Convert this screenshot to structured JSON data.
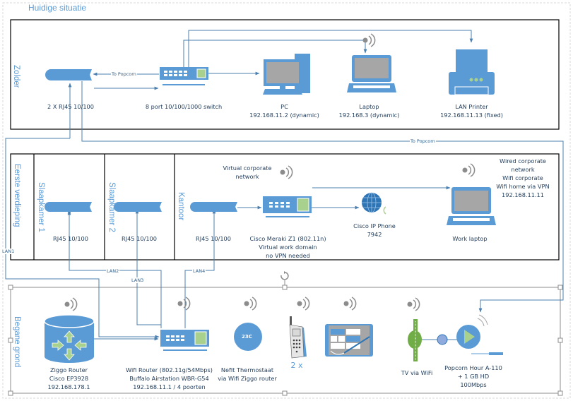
{
  "title": "Huidige situatie",
  "colors": {
    "accent": "#5b9bd5",
    "line": "#4a7fae",
    "green": "#70ad47",
    "light_green": "#a9d18e",
    "gray_icon": "#8c8c8c",
    "frame": "#000000",
    "selection": "#808080"
  },
  "floors": {
    "zolder": "Zolder",
    "eerste": "Eerste verdieping",
    "begane": "Begane grond"
  },
  "rooms": {
    "slaapkamer1": "Slaapkamer 1",
    "slaapkamer2": "Slaapkamer 2",
    "kantoor": "Kantoor"
  },
  "zolder": {
    "wall_outlet": "2 X RJ45 10/100",
    "switch": "8 port 10/100/1000 switch",
    "pc_name": "PC",
    "pc_ip": "192.168.11.2 (dynamic)",
    "laptop_name": "Laptop",
    "laptop_ip": "192.168.3 (dynamic)",
    "printer_name": "LAN Printer",
    "printer_ip": "192.168.11.13 (fixed)",
    "to_popcorn": "To Popcorn"
  },
  "eerste": {
    "rj45_1": "RJ45 10/100",
    "rj45_2": "RJ45 10/100",
    "rj45_3": "RJ45 10/100",
    "virtual_net_1": "Virtual corporate",
    "virtual_net_2": "network",
    "meraki_1": "Cisco Meraki Z1 (802.11n)",
    "meraki_2": "Virtual work domain",
    "meraki_3": "no VPN needed",
    "phone_1": "Cisco IP Phone",
    "phone_2": "7942",
    "work_laptop": "Work laptop",
    "wired_1": "Wired corporate",
    "wired_2": "network",
    "wired_3": "Wifi corporate",
    "wired_4": "Wifi home via VPN",
    "wired_5": "192.168.11.11"
  },
  "links": {
    "to_popcorn": "To Popcorn",
    "lan1": "LAN1",
    "lan2": "LAN2",
    "lan3": "LAN3",
    "lan4": "LAN4"
  },
  "begane": {
    "ziggo_1": "Ziggo Router",
    "ziggo_2": "Cisco EP3928",
    "ziggo_3": "192.168.178.1",
    "wifi_1": "Wifi Router (802.11g/54Mbps)",
    "wifi_2": "Buffalo Airstation WBR-G54",
    "wifi_3": "192.168.11.1 / 4 poorten",
    "thermo_value": "23C",
    "thermo_1": "Nefit Thermostaat",
    "thermo_2": "via Wifi Ziggo router",
    "phones_count": "2 x",
    "tv": "TV via WiFi",
    "popcorn_1": "Popcorn Hour A-110",
    "popcorn_2": "+ 1 GB HD",
    "popcorn_3": "100Mbps"
  }
}
